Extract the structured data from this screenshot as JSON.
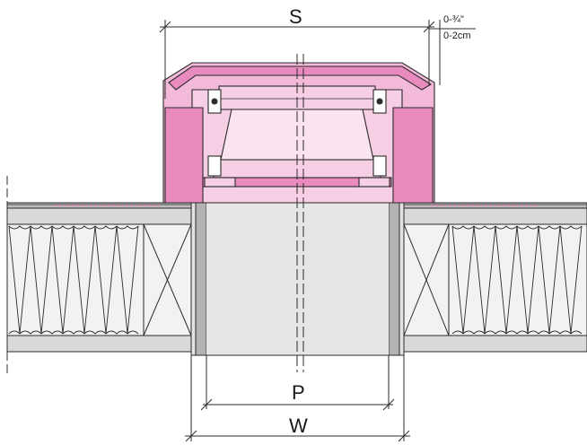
{
  "dimensions": {
    "s_label": "S",
    "p_label": "P",
    "w_label": "W",
    "gap_imperial": "0-¾\"",
    "gap_metric": "0-2cm"
  },
  "colors": {
    "frame_pink": "#e98bbf",
    "glass_pink": "#f7cfe5",
    "insulation_gray": "#d9d9d9",
    "line_dark": "#2b2b2b"
  }
}
